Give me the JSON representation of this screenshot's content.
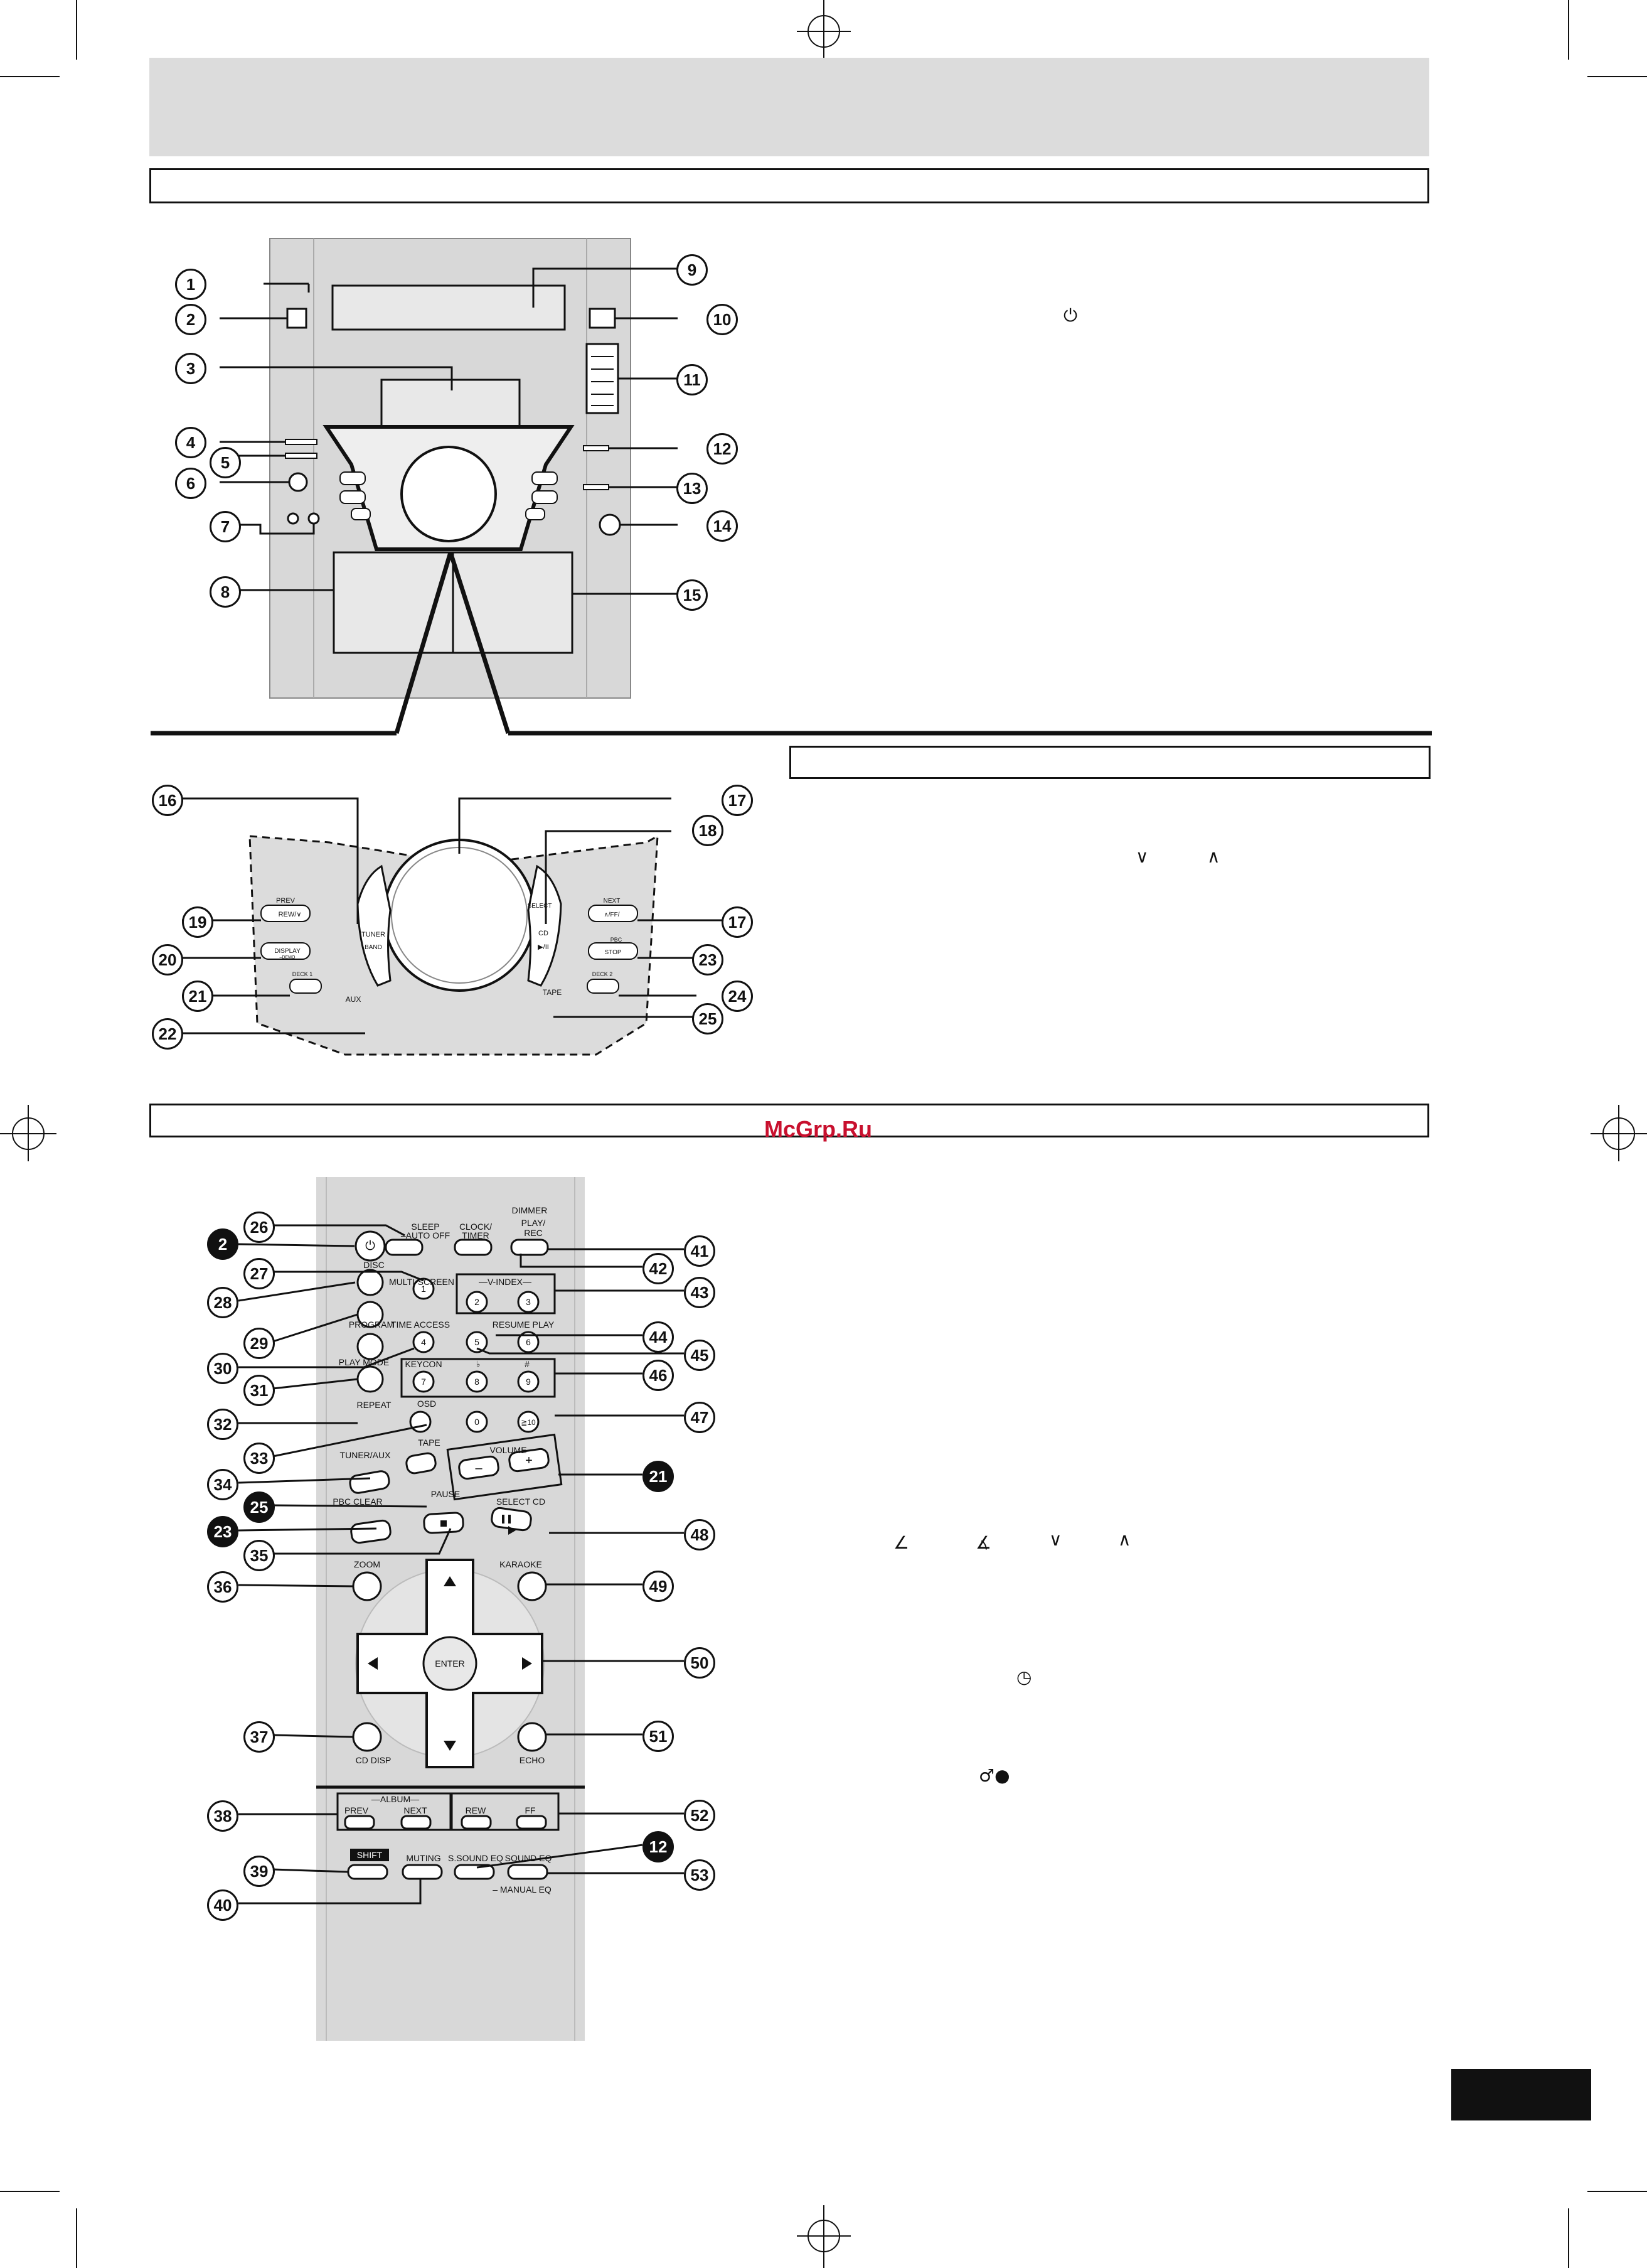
{
  "watermark": "McGrp.Ru",
  "main_unit_callouts": [
    "1",
    "2",
    "3",
    "4",
    "5",
    "6",
    "7",
    "8",
    "9",
    "10",
    "11",
    "12",
    "13",
    "14",
    "15"
  ],
  "panel_callouts": [
    "16",
    "17",
    "18",
    "19",
    "20",
    "21",
    "22",
    "17",
    "23",
    "24",
    "25"
  ],
  "panel_labels": {
    "prev": "PREV",
    "rew": "REW/∨",
    "tuner": "TUNER",
    "band": "BAND",
    "display": "DISPLAY",
    "demo": "–DEMO",
    "deck1": "DECK 1",
    "aux": "AUX",
    "select": "SELECT",
    "cd": "CD",
    "play_pause": "▶/II",
    "next": "NEXT",
    "ff": "∧/FF/",
    "pbc": "PBC",
    "stop": "STOP",
    "deck2": "DECK 2",
    "tape": "TAPE"
  },
  "remote_labels": {
    "sleep": "SLEEP",
    "auto_off": "–AUTO OFF",
    "clock": "CLOCK/",
    "timer": "TIMER",
    "dimmer": "DIMMER",
    "play": "PLAY/",
    "rec": "REC",
    "disc": "DISC",
    "multi_screen": "MULTI-SCREEN",
    "v_index": "—V-INDEX—",
    "program": "PROGRAM",
    "time_access": "TIME ACCESS",
    "resume_play": "RESUME PLAY",
    "play_mode": "PLAY MODE",
    "keycon": "KEYCON",
    "flat": "♭",
    "sharp": "#",
    "repeat": "REPEAT",
    "osd": "OSD",
    "tuner_aux": "TUNER/AUX",
    "tape": "TAPE",
    "volume": "VOLUME",
    "pbc_clear": "PBC  CLEAR",
    "pause": "PAUSE",
    "select_cd": "SELECT  CD",
    "zoom": "ZOOM",
    "karaoke": "KARAOKE",
    "enter": "ENTER",
    "cd_disp": "CD DISP",
    "echo": "ECHO",
    "album": "—ALBUM—",
    "prev": "PREV",
    "next": "NEXT",
    "rew": "REW",
    "ff": "FF",
    "shift": "SHIFT",
    "muting": "MUTING",
    "s_sound_eq": "S.SOUND EQ",
    "sound_eq": "SOUND EQ",
    "manual_eq": "– MANUAL EQ",
    "digits": [
      "1",
      "2",
      "3",
      "4",
      "5",
      "6",
      "7",
      "8",
      "9",
      "0",
      "≧10"
    ],
    "minus": "–",
    "plus": "+"
  },
  "remote_callouts_left": [
    "2",
    "26",
    "27",
    "28",
    "29",
    "30",
    "31",
    "32",
    "33",
    "34",
    "25",
    "23",
    "35",
    "36",
    "37",
    "38",
    "39",
    "40"
  ],
  "remote_callouts_right": [
    "41",
    "42",
    "43",
    "44",
    "45",
    "46",
    "47",
    "21",
    "48",
    "49",
    "50",
    "51",
    "52",
    "12",
    "53"
  ],
  "text_symbols": {
    "power": "⏻",
    "down": "∨",
    "up": "∧",
    "left": "∠",
    "right": "∡",
    "clock": "◷",
    "karaoke": "♂●"
  }
}
